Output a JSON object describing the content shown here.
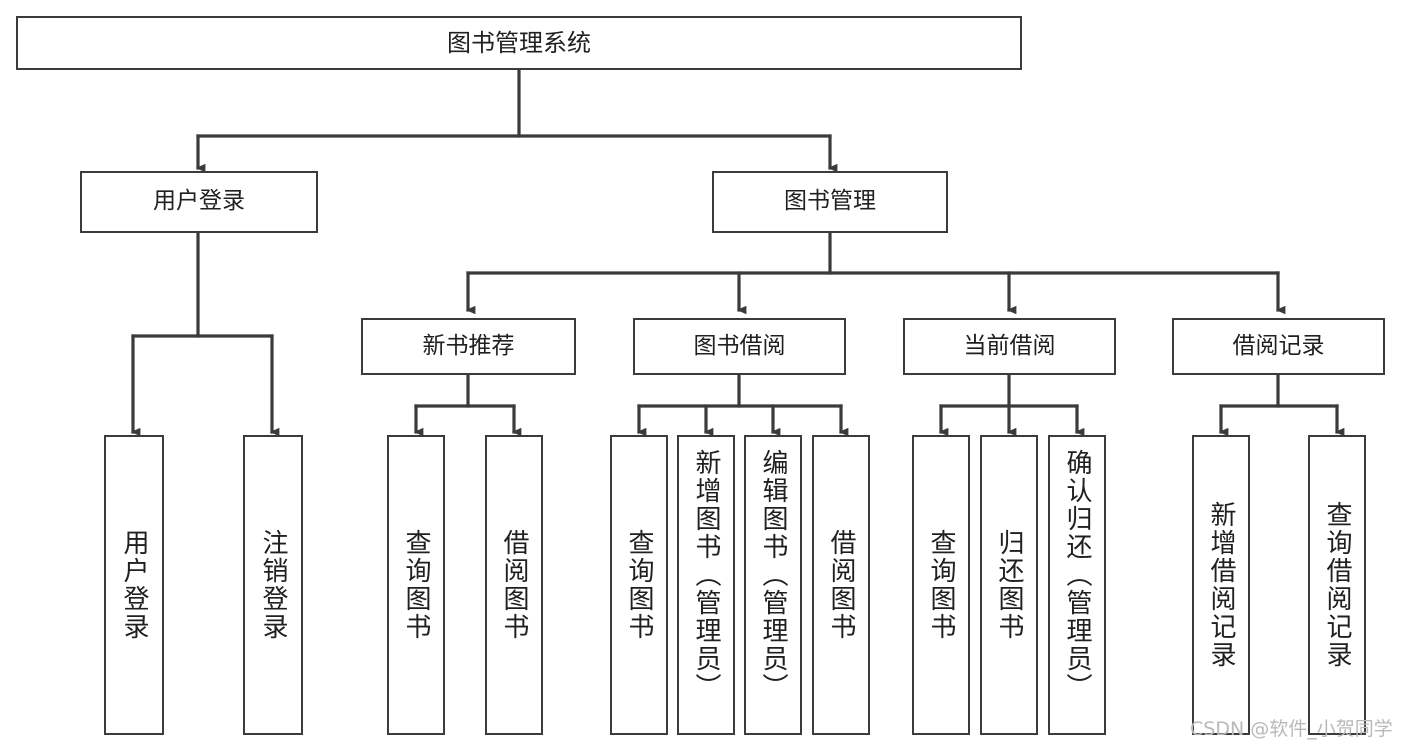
{
  "diagram": {
    "type": "tree",
    "title": "图书管理系统",
    "orientation": "top-down",
    "colors": {
      "background": "#ffffff",
      "node_border": "#3b3b3b",
      "node_fill": "#ffffff",
      "edge": "#3b3b3b",
      "text": "#202020",
      "watermark": "#b9b9b9"
    },
    "nodes": {
      "root": {
        "label": "图书管理系统"
      },
      "level2": [
        {
          "id": "user-login",
          "label": "用户登录"
        },
        {
          "id": "book-management",
          "label": "图书管理"
        }
      ],
      "level3": [
        {
          "id": "new-book-recommend",
          "label": "新书推荐"
        },
        {
          "id": "book-borrow",
          "label": "图书借阅"
        },
        {
          "id": "current-borrow",
          "label": "当前借阅"
        },
        {
          "id": "borrow-record",
          "label": "借阅记录"
        }
      ],
      "leaves": {
        "user-login": [
          {
            "id": "leaf-user-login",
            "label": "用户登录"
          },
          {
            "id": "leaf-logout-login",
            "label": "注销登录"
          }
        ],
        "new-book-recommend": [
          {
            "id": "leaf-query-book-1",
            "label": "查询图书"
          },
          {
            "id": "leaf-borrow-book-1",
            "label": "借阅图书"
          }
        ],
        "book-borrow": [
          {
            "id": "leaf-query-book-2",
            "label": "查询图书"
          },
          {
            "id": "leaf-add-book",
            "label": "新增图书（管理员）"
          },
          {
            "id": "leaf-edit-book",
            "label": "编辑图书（管理员）"
          },
          {
            "id": "leaf-borrow-book-2",
            "label": "借阅图书"
          }
        ],
        "current-borrow": [
          {
            "id": "leaf-query-book-3",
            "label": "查询图书"
          },
          {
            "id": "leaf-return-book",
            "label": "归还图书"
          },
          {
            "id": "leaf-confirm-return",
            "label": "确认归还（管理员）"
          }
        ],
        "borrow-record": [
          {
            "id": "leaf-add-record",
            "label": "新增借阅记录"
          },
          {
            "id": "leaf-query-record",
            "label": "查询借阅记录"
          }
        ]
      }
    },
    "edges": [
      {
        "from": "root",
        "to": "user-login"
      },
      {
        "from": "root",
        "to": "book-management"
      },
      {
        "from": "book-management",
        "to": "new-book-recommend"
      },
      {
        "from": "book-management",
        "to": "book-borrow"
      },
      {
        "from": "book-management",
        "to": "current-borrow"
      },
      {
        "from": "book-management",
        "to": "borrow-record"
      },
      {
        "from": "user-login",
        "to": "leaf-user-login"
      },
      {
        "from": "user-login",
        "to": "leaf-logout-login"
      },
      {
        "from": "new-book-recommend",
        "to": "leaf-query-book-1"
      },
      {
        "from": "new-book-recommend",
        "to": "leaf-borrow-book-1"
      },
      {
        "from": "book-borrow",
        "to": "leaf-query-book-2"
      },
      {
        "from": "book-borrow",
        "to": "leaf-add-book"
      },
      {
        "from": "book-borrow",
        "to": "leaf-edit-book"
      },
      {
        "from": "book-borrow",
        "to": "leaf-borrow-book-2"
      },
      {
        "from": "current-borrow",
        "to": "leaf-query-book-3"
      },
      {
        "from": "current-borrow",
        "to": "leaf-return-book"
      },
      {
        "from": "current-borrow",
        "to": "leaf-confirm-return"
      },
      {
        "from": "borrow-record",
        "to": "leaf-add-record"
      },
      {
        "from": "borrow-record",
        "to": "leaf-query-record"
      }
    ]
  },
  "watermark": {
    "text": "CSDN @软件_小贺同学"
  }
}
